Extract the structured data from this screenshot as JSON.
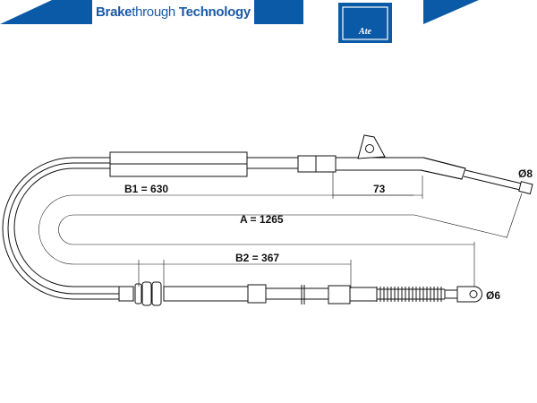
{
  "header": {
    "brand_bold_1": "Brake",
    "brand_light": "through",
    "brand_bold_2": "Technology",
    "logo_text": "Ate",
    "brand_color": "#0b5aa8"
  },
  "dimensions": {
    "b1": "B1 = 630",
    "a": "A = 1265",
    "b2": "B2 = 367",
    "offset": "73",
    "diameter_end_1": "Ø8",
    "diameter_end_2": "Ø6"
  }
}
